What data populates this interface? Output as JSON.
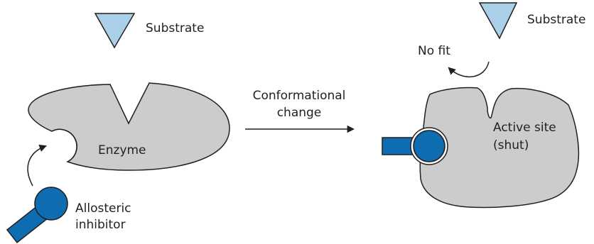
{
  "colors": {
    "enzyme_fill": "#cccccc",
    "substrate_fill": "#a9cfe9",
    "inhibitor_fill": "#0d6db0",
    "outline": "#231f20",
    "background": "#ffffff"
  },
  "labels": {
    "substrate_left": "Substrate",
    "enzyme": "Enzyme",
    "inhibitor_line1": "Allosteric",
    "inhibitor_line2": "inhibitor",
    "change_line1": "Conformational",
    "change_line2": "change",
    "substrate_right": "Substrate",
    "no_fit": "No fit",
    "active_site_line1": "Active site",
    "active_site_line2": "(shut)"
  },
  "icons": {
    "substrate": "downward-triangle-shape",
    "inhibitor": "ball-on-stick-shape",
    "arrow": "curved-arrow"
  }
}
